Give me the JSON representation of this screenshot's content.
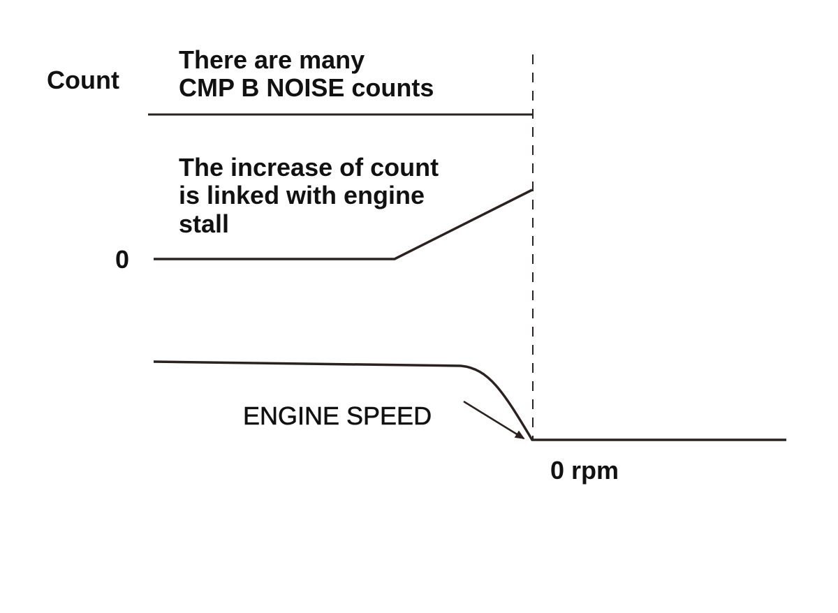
{
  "labels": {
    "count": "Count",
    "noise_line1": "There are many",
    "noise_line2": "CMP B NOISE counts",
    "increase_line1": "The increase of count",
    "increase_line2": "is linked with engine",
    "increase_line3": "stall",
    "zero": "0",
    "engine_speed": "ENGINE SPEED",
    "zero_rpm": "0 rpm"
  },
  "colors": {
    "line": "#2b2220",
    "text": "#111111",
    "background": "#ffffff"
  }
}
